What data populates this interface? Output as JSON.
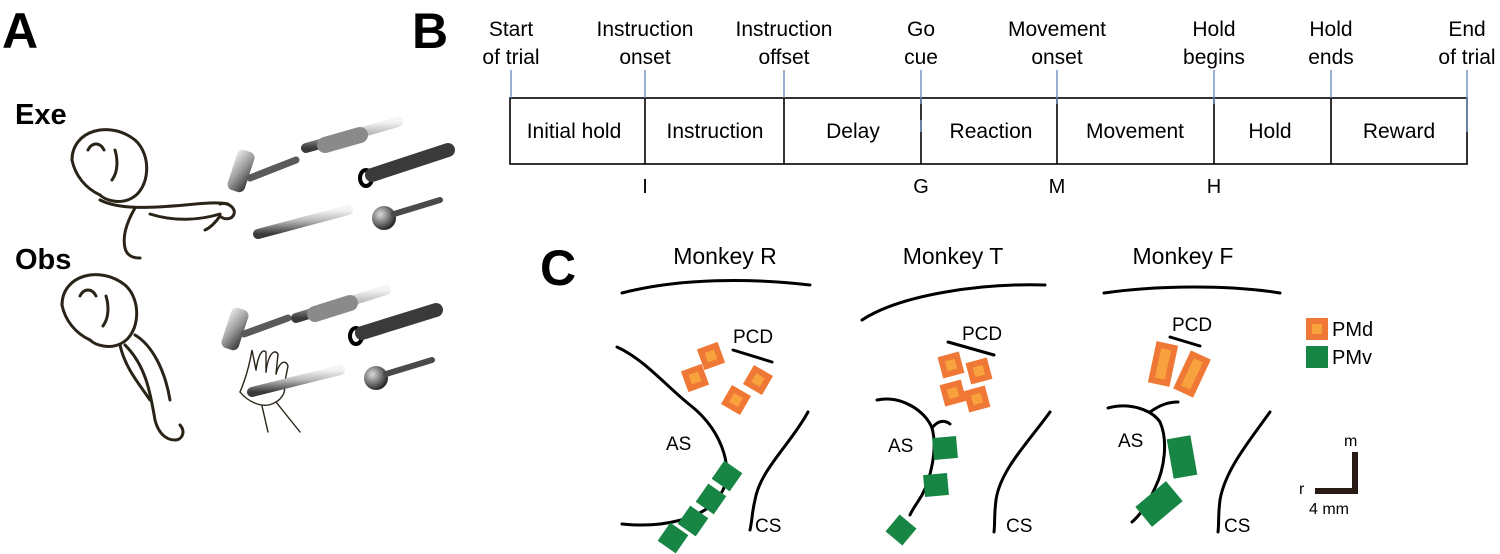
{
  "colors": {
    "pmd_fill": "#F07836",
    "pmd_inner": "#F7A23C",
    "pmv_fill": "#178544",
    "timeline_tick": "#6b8fc2"
  },
  "panel_a": {
    "letter": "A",
    "conditions": [
      "Exe",
      "Obs"
    ],
    "objects": [
      "handle",
      "slider",
      "ring",
      "button",
      "sphere"
    ]
  },
  "panel_b": {
    "letter": "B",
    "event_labels": [
      [
        "Start",
        "of trial"
      ],
      [
        "Instruction",
        "onset"
      ],
      [
        "Instruction",
        "offset"
      ],
      [
        "Go",
        "cue"
      ],
      [
        "Movement",
        "onset"
      ],
      [
        "Hold",
        "begins"
      ],
      [
        "Hold",
        "ends"
      ],
      [
        "End",
        "of trial"
      ]
    ],
    "segments": [
      "Initial hold",
      "Instruction",
      "Delay",
      "Reaction",
      "Movement",
      "Hold",
      "Reward"
    ],
    "markers": [
      "I",
      "G",
      "M",
      "H"
    ]
  },
  "panel_c": {
    "letter": "C",
    "monkeys": [
      {
        "title": "Monkey R",
        "labels": [
          "PCD",
          "AS",
          "CS"
        ],
        "pmd_sites": 4,
        "pmv_sites": 4
      },
      {
        "title": "Monkey T",
        "labels": [
          "PCD",
          "AS",
          "CS"
        ],
        "pmd_sites": 4,
        "pmv_sites": 3
      },
      {
        "title": "Monkey F",
        "labels": [
          "PCD",
          "AS",
          "CS"
        ],
        "pmd_sites": 2,
        "pmv_sites": 2
      }
    ],
    "legend": [
      {
        "key": "pmd",
        "label": "PMd"
      },
      {
        "key": "pmv",
        "label": "PMv"
      }
    ],
    "scale": {
      "axis_up": "m",
      "axis_left": "r",
      "length": "4 mm"
    }
  }
}
